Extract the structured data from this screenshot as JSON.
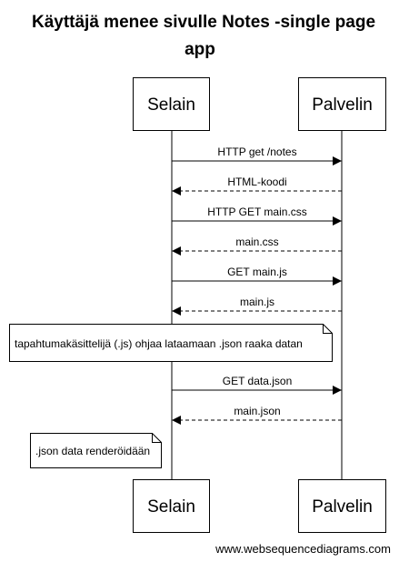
{
  "title": {
    "line1": "Käyttäjä menee sivulle Notes -single page",
    "line2": "app"
  },
  "actors": {
    "browser": "Selain",
    "server": "Palvelin"
  },
  "messages": [
    {
      "label": "HTTP get /notes",
      "from": "browser",
      "to": "server",
      "style": "solid"
    },
    {
      "label": "HTML-koodi",
      "from": "server",
      "to": "browser",
      "style": "dashed"
    },
    {
      "label": "HTTP GET main.css",
      "from": "browser",
      "to": "server",
      "style": "solid"
    },
    {
      "label": "main.css",
      "from": "server",
      "to": "browser",
      "style": "dashed"
    },
    {
      "label": "GET main.js",
      "from": "browser",
      "to": "server",
      "style": "solid"
    },
    {
      "label": "main.js",
      "from": "server",
      "to": "browser",
      "style": "dashed"
    },
    {
      "label": "GET data.json",
      "from": "browser",
      "to": "server",
      "style": "solid"
    },
    {
      "label": "main.json",
      "from": "server",
      "to": "browser",
      "style": "dashed"
    }
  ],
  "notes": [
    "tapahtumakäsittelijä (.js) ohjaa lataamaan .json raaka datan",
    ".json data renderöidään"
  ],
  "footer": "www.websequencediagrams.com"
}
